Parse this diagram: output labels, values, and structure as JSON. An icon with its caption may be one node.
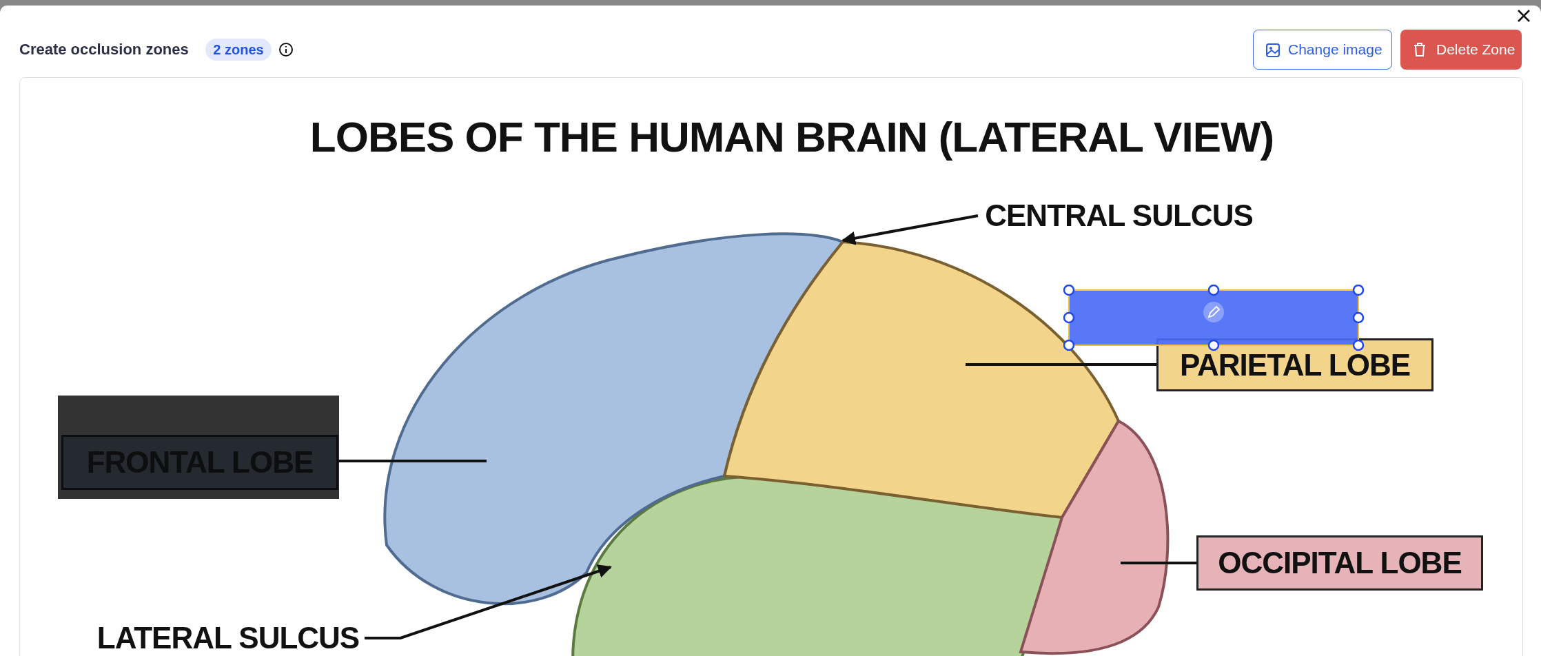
{
  "diagram": {
    "title": "LOBES OF THE HUMAN BRAIN (LATERAL VIEW)",
    "nodes": [
      {
        "text": [
          "CENTRAL SULCUS"
        ]
      },
      {
        "text": [
          "PARIETAL LOBE"
        ]
      },
      {
        "text": [
          "FRONTAL LOBE"
        ]
      },
      {
        "text": [
          "OCCIPITAL LOBE"
        ]
      },
      {
        "text": [
          "LATERAL SULCUS"
        ]
      },
      {
        "text": [],
        "shape": "picture"
      },
      {
        "text": [],
        "shape": "picture"
      },
      {
        "text": [],
        "shape": "picture"
      }
    ],
    "edges": [
      {
        "from": 0,
        "to": 6,
        "arrow": "to"
      },
      {
        "from": 1,
        "to": 6,
        "arrow": "none"
      },
      {
        "from": 2,
        "to": 5,
        "arrow": "none"
      },
      {
        "from": 3,
        "to": 7,
        "arrow": "none"
      },
      {
        "from": 4,
        "to": 5,
        "arrow": "to"
      }
    ],
    "labels": [
      "Create occlusion zones",
      "2 zones",
      "Change image",
      "Delete Zone"
    ]
  }
}
